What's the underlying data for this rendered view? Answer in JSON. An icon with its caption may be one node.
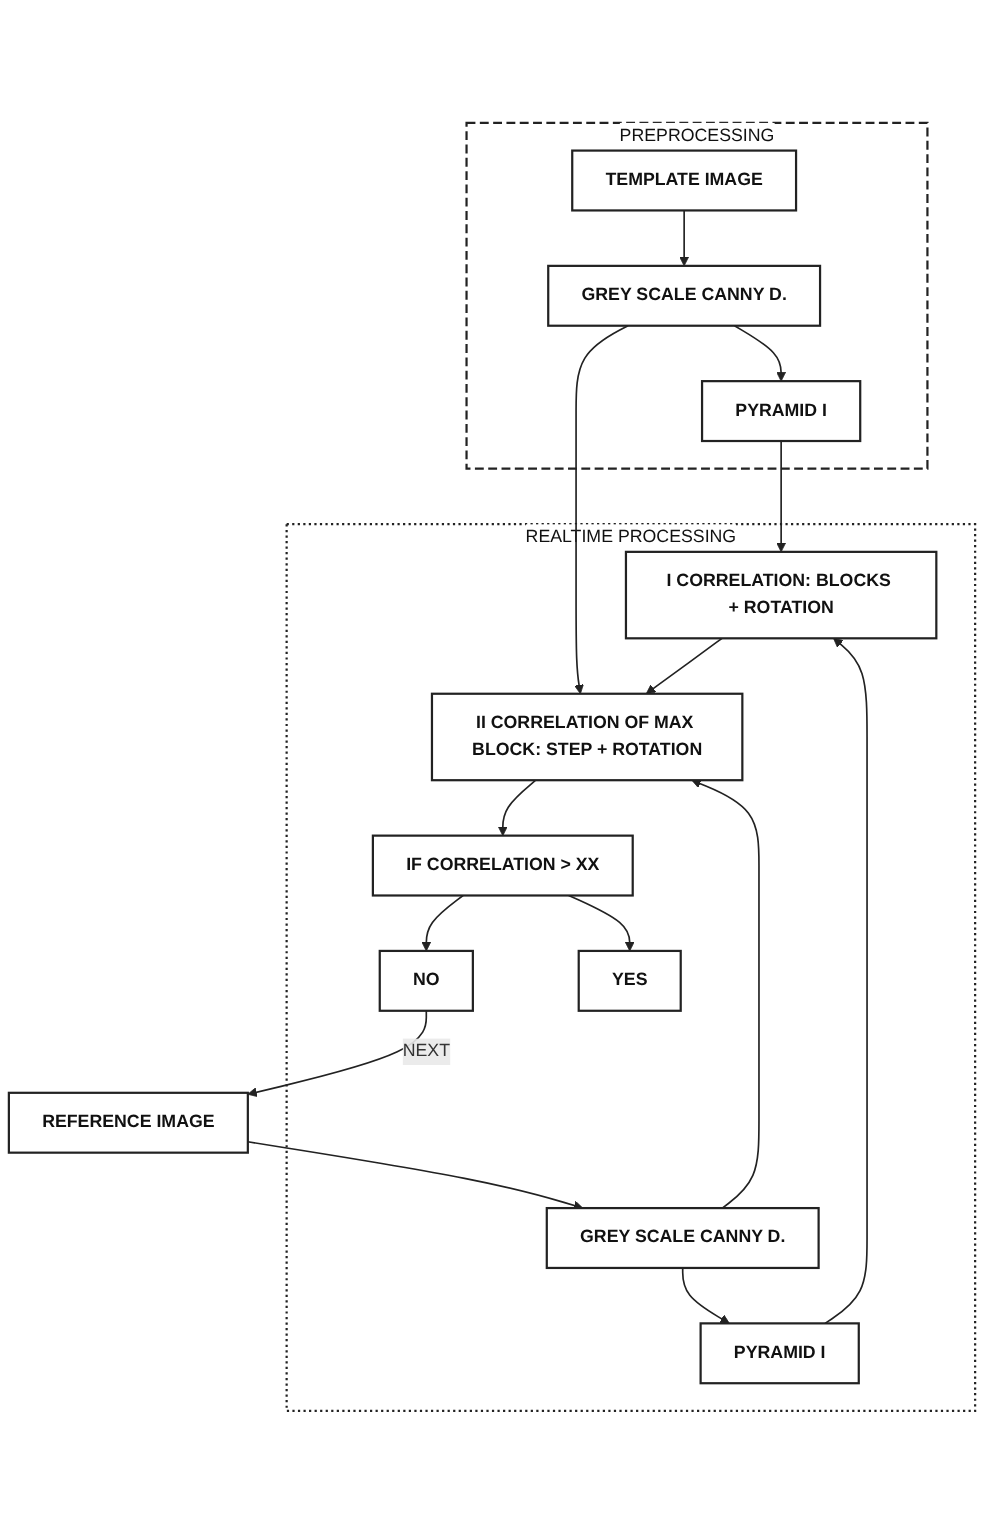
{
  "diagram": {
    "nodes": [
      {
        "text": [
          "PREPROCESSING"
        ]
      },
      {
        "text": [
          "TEMPLATE IMAGE"
        ],
        "in": 0
      },
      {
        "text": [
          "GREY SCALE CANNY D."
        ],
        "in": 0
      },
      {
        "text": [
          "PYRAMID I"
        ],
        "in": 0
      },
      {
        "text": [
          "REALTIME PROCESSING"
        ]
      },
      {
        "text": [
          "REFERENCE IMAGE"
        ]
      },
      {
        "text": [
          "GREY SCALE CANNY D."
        ],
        "in": 4
      },
      {
        "text": [
          "PYRAMID I"
        ],
        "in": 4
      },
      {
        "text": [
          "I CORRELATION: BLOCKS + ROTATION"
        ],
        "in": 4
      },
      {
        "text": [
          "II CORRELATION OF MAX BLOCK: STEP + ROTATION"
        ],
        "in": 4
      },
      {
        "text": [
          "IF CORRELATION > XX"
        ],
        "in": 4
      },
      {
        "text": [
          "NO"
        ],
        "in": 4
      },
      {
        "text": [
          "YES"
        ],
        "in": 4
      }
    ],
    "edges": [
      {
        "from": 1,
        "to": 2,
        "arrow": "to"
      },
      {
        "from": 2,
        "to": 3,
        "arrow": "to"
      },
      {
        "from": 2,
        "to": 9,
        "arrow": "to"
      },
      {
        "from": 3,
        "to": 8,
        "arrow": "to"
      },
      {
        "from": 5,
        "to": 6,
        "arrow": "to"
      },
      {
        "from": 6,
        "to": 7,
        "arrow": "to"
      },
      {
        "from": 6,
        "to": 9,
        "arrow": "to"
      },
      {
        "from": 7,
        "to": 8,
        "arrow": "to"
      },
      {
        "from": 8,
        "to": 9,
        "arrow": "to"
      },
      {
        "from": 9,
        "to": 10,
        "arrow": "to"
      },
      {
        "from": 10,
        "to": 11,
        "arrow": "to"
      },
      {
        "from": 10,
        "to": 12,
        "arrow": "to"
      },
      {
        "from": 11,
        "to": 5,
        "arrow": "to",
        "label": "NEXT"
      }
    ]
  }
}
